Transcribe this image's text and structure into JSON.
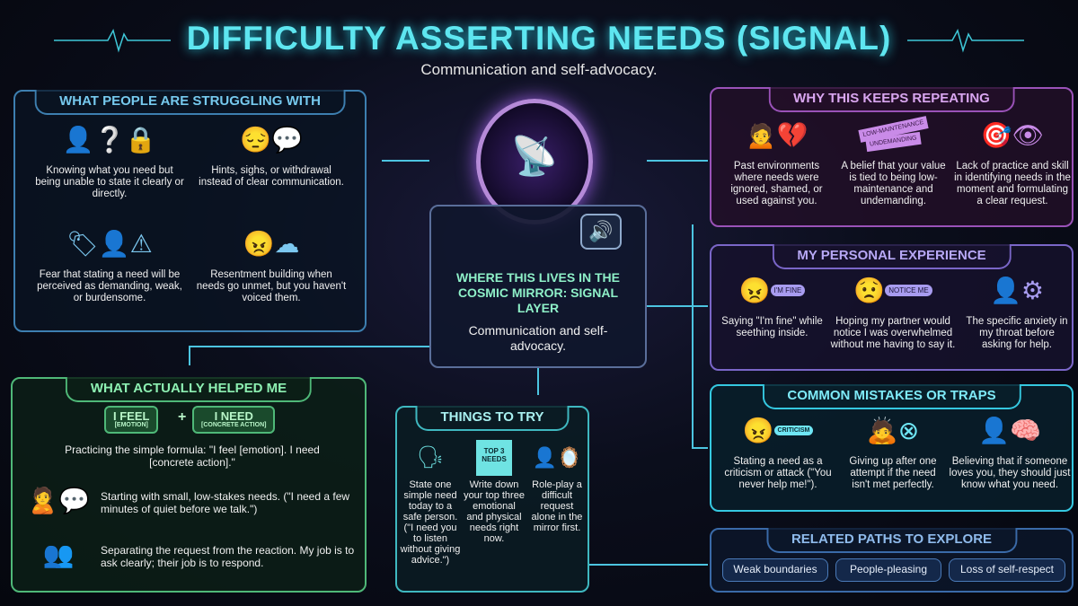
{
  "header": {
    "title": "DIFFICULTY ASSERTING NEEDS (SIGNAL)",
    "subtitle": "Communication and self-advocacy."
  },
  "center": {
    "title": "WHERE THIS LIVES IN THE COSMIC MIRROR: SIGNAL LAYER",
    "description": "Communication and self-advocacy."
  },
  "struggling": {
    "title": "WHAT PEOPLE ARE STRUGGLING WITH",
    "items": [
      {
        "icon": "person-question-lock-icon",
        "text": "Knowing what you need but being unable to state it clearly or directly."
      },
      {
        "icon": "person-sigh-bubble-icon",
        "text": "Hints, sighs, or withdrawal instead of clear communication."
      },
      {
        "icon": "tag-warning-icon",
        "text": "Fear that stating a need will be perceived as demanding, weak, or burdensome."
      },
      {
        "icon": "angry-cloud-icon",
        "text": "Resentment building when needs go unmet, but you haven't voiced them."
      }
    ]
  },
  "why": {
    "title": "WHY THIS KEEPS REPEATING",
    "items": [
      {
        "icon": "broken-heart-icon",
        "text": "Past environments where needs were ignored, shamed, or used against you."
      },
      {
        "icon": "label-tags-icon",
        "tags": [
          "LOW-MAINTENANCE",
          "UNDEMANDING"
        ],
        "text": "A belief that your value is tied to being low-maintenance and undemanding."
      },
      {
        "icon": "target-eye-icon",
        "text": "Lack of practice and skill in identifying needs in the moment and formulating a clear request."
      }
    ]
  },
  "personal": {
    "title": "MY PERSONAL EXPERIENCE",
    "items": [
      {
        "icon": "im-fine-bubble-icon",
        "bubble": "I'M FINE",
        "text": "Saying \"I'm fine\" while seething inside."
      },
      {
        "icon": "notice-me-bubble-icon",
        "bubble": "NOTICE ME",
        "text": "Hoping my partner would notice I was overwhelmed without me having to say it."
      },
      {
        "icon": "throat-anxiety-icon",
        "text": "The specific anxiety in my throat before asking for help."
      }
    ]
  },
  "helped": {
    "title": "WHAT ACTUALLY HELPED ME",
    "formula": {
      "feel": "I FEEL",
      "feel_sub": "[EMOTION]",
      "plus": "+",
      "need": "I NEED",
      "need_sub": "[CONCRETE ACTION]"
    },
    "items": [
      {
        "icon": "formula-icon",
        "text": "Practicing the simple formula: \"I feel [emotion]. I need [concrete action].\""
      },
      {
        "icon": "person-speech-icon",
        "text": "Starting with small, low-stakes needs. (\"I need a few minutes of quiet before we talk.\")"
      },
      {
        "icon": "two-people-chat-icon",
        "text": "Separating the request from the reaction. My job is to ask clearly; their job is to respond."
      }
    ]
  },
  "try": {
    "title": "THINGS TO TRY",
    "items": [
      {
        "icon": "person-talking-icon",
        "text": "State one simple need today to a safe person. (\"I need you to listen without giving advice.\")"
      },
      {
        "icon": "notepad-icon",
        "note": "TOP 3 NEEDS",
        "text": "Write down your top three emotional and physical needs right now."
      },
      {
        "icon": "mirror-person-icon",
        "text": "Role-play a difficult request alone in the mirror first."
      }
    ]
  },
  "mistakes": {
    "title": "COMMON MISTAKES OR TRAPS",
    "items": [
      {
        "icon": "criticism-bubble-icon",
        "bubble": "CRITICISM",
        "text": "Stating a need as a criticism or attack (\"You never help me!\")."
      },
      {
        "icon": "give-up-x-icon",
        "text": "Giving up after one attempt if the need isn't met perfectly."
      },
      {
        "icon": "mind-reading-icon",
        "text": "Believing that if someone loves you, they should just know what you need."
      }
    ]
  },
  "related": {
    "title": "RELATED PATHS TO EXPLORE",
    "links": [
      "Weak boundaries",
      "People-pleasing",
      "Loss of self-respect"
    ]
  },
  "colors": {
    "title": "#5ee6f0",
    "struggling": "#3d7fb0",
    "why": "#9a52b8",
    "personal": "#7a66c8",
    "helped": "#4fb878",
    "try": "#3fb8c0",
    "mistakes": "#35c8e0",
    "related": "#3a6aa8"
  }
}
